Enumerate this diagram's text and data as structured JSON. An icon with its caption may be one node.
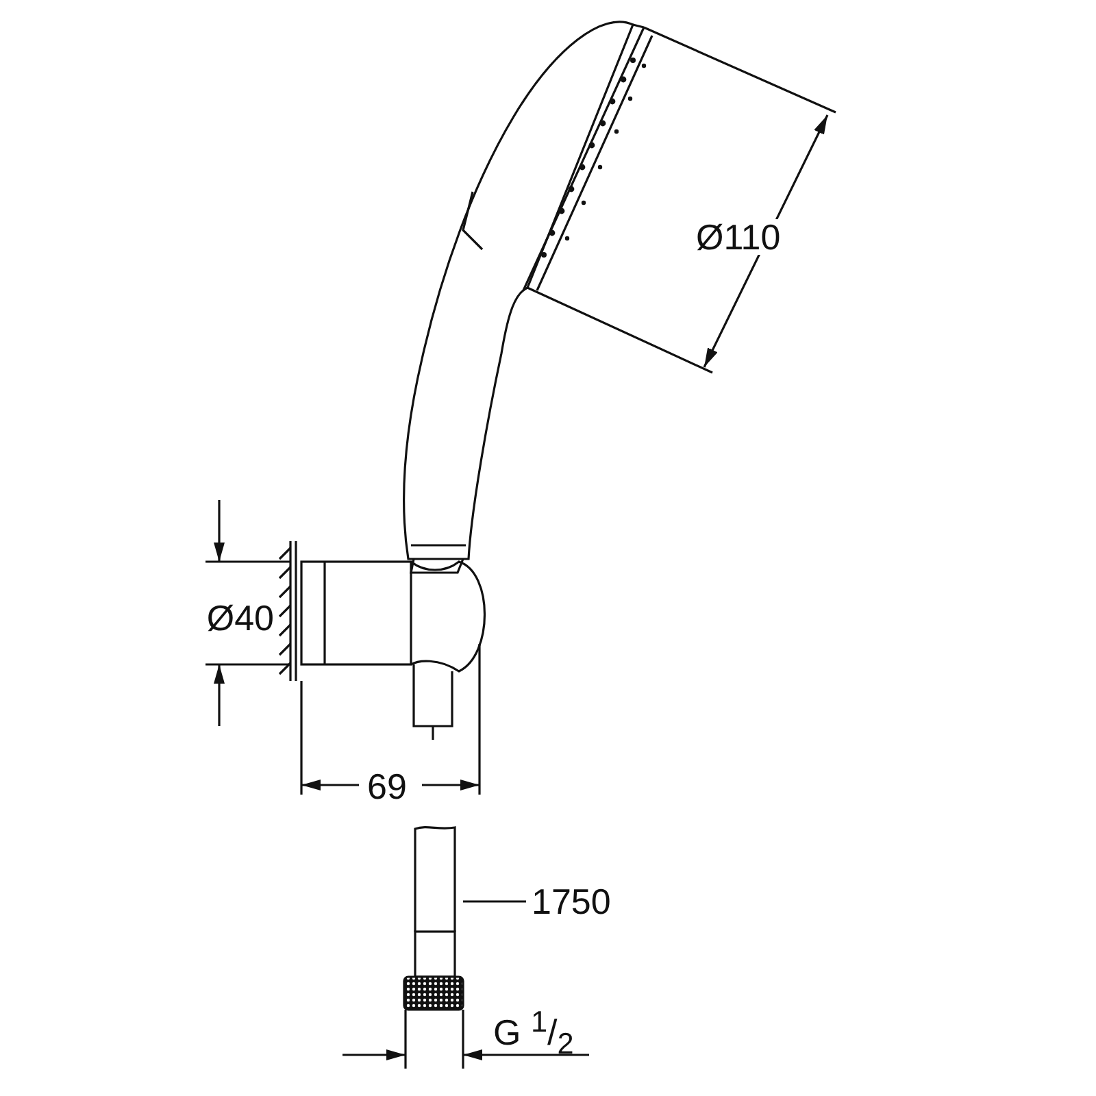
{
  "diagram": {
    "nodes": [
      {
        "text": [
          "1750"
        ]
      },
      {
        "text": [],
        "shape": "picture"
      }
    ],
    "edges": [
      {
        "from": 0,
        "to": 1,
        "arrow": "none"
      }
    ],
    "labels": [
      "Ø110",
      "Ø40",
      "69",
      "G $^{1}$/$_{2}$"
    ]
  }
}
